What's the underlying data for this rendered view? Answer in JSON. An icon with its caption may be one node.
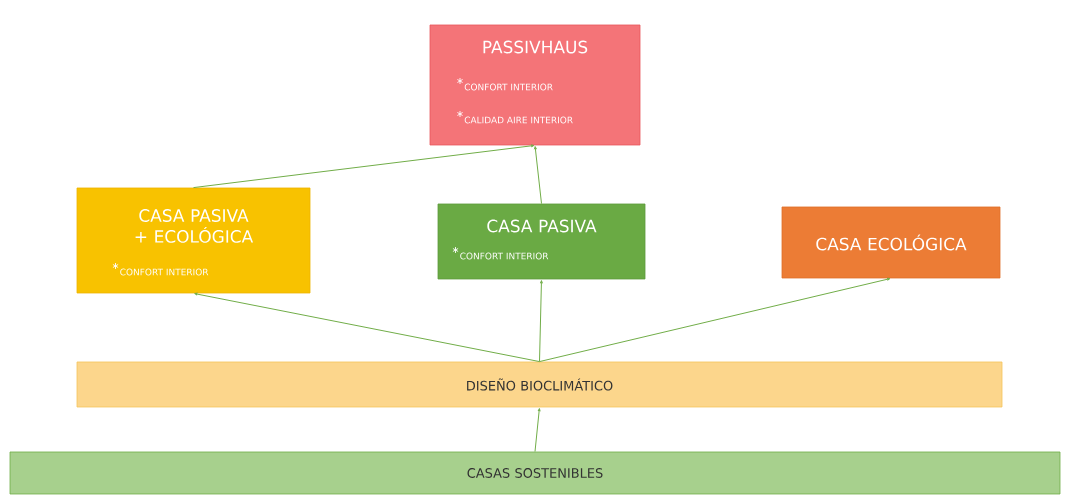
{
  "diagram": {
    "nodes": [
      {
        "text": [
          "PASSIVHAUS",
          "CONFORT INTERIOR",
          "CALIDAD AIRE INTERIOR"
        ]
      },
      {
        "text": [
          "CASA PASIVA + ECOLÓGICA",
          "CONFORT INTERIOR"
        ]
      },
      {
        "text": [
          "CASA PASIVA",
          "CONFORT INTERIOR"
        ]
      },
      {
        "text": [
          "CASA ECOLÓGICA"
        ]
      },
      {
        "text": [
          "DISEÑO BIOCLIMÁTICO"
        ]
      },
      {
        "text": [
          "CASAS SOSTENIBLES"
        ]
      }
    ],
    "edges": [
      {
        "from": 1,
        "to": 0,
        "arrow": "to"
      },
      {
        "from": 2,
        "to": 0,
        "arrow": "to"
      },
      {
        "from": 4,
        "to": 1,
        "arrow": "to"
      },
      {
        "from": 4,
        "to": 2,
        "arrow": "to"
      },
      {
        "from": 4,
        "to": 3,
        "arrow": "to"
      },
      {
        "from": 5,
        "to": 4,
        "arrow": "to"
      }
    ]
  }
}
